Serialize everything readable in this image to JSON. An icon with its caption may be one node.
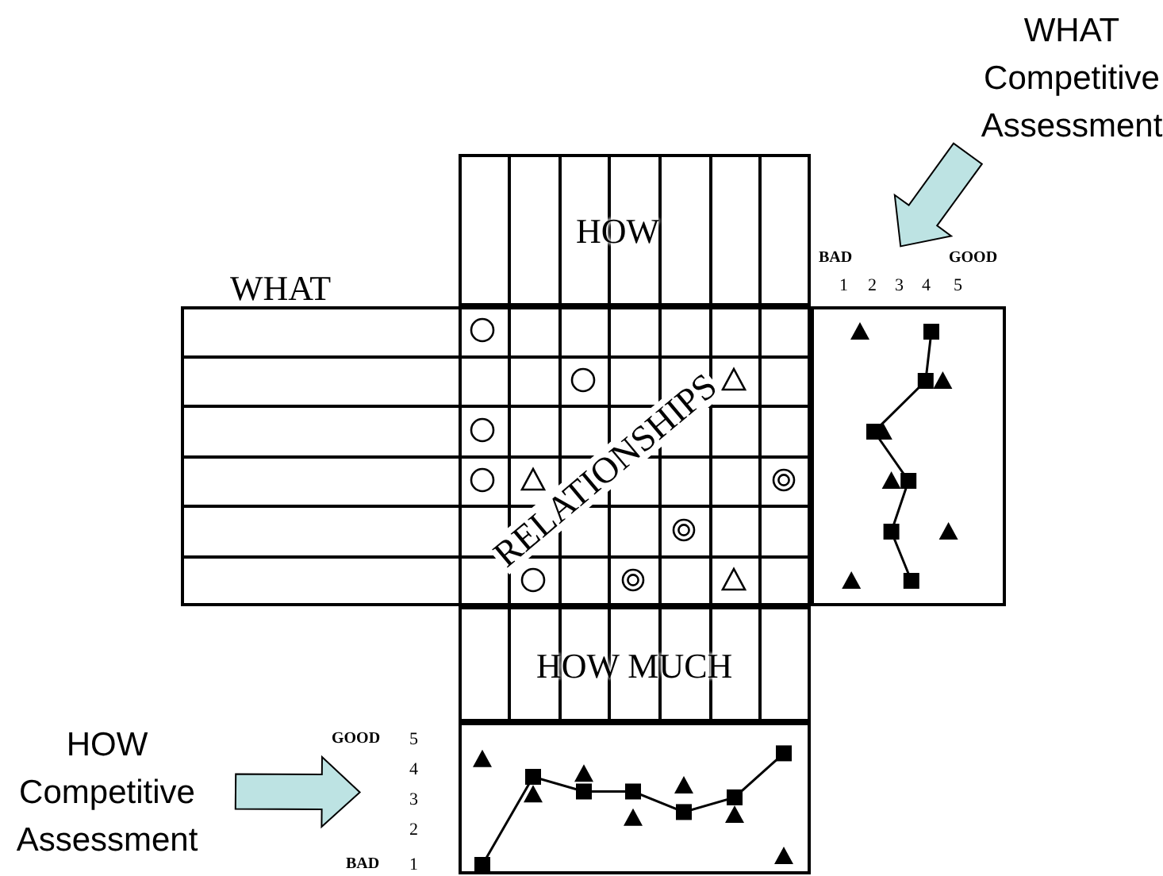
{
  "diagram": {
    "nodes": [
      {
        "text": [
          "HOW"
        ]
      },
      {
        "text": [
          "WHAT"
        ]
      },
      {
        "text": [
          "RELATIONSHIPS"
        ]
      },
      {
        "text": [],
        "shape": "box"
      },
      {
        "text": [
          "HOW MUCH"
        ]
      },
      {
        "text": [],
        "shape": "box"
      },
      {
        "text": [
          "WHAT Competitive Assessment"
        ]
      },
      {
        "text": [
          "HOW Competitive Assessment"
        ]
      }
    ],
    "edges": [
      {
        "from": 6,
        "to": 3,
        "arrow": "to"
      },
      {
        "from": 7,
        "to": 5,
        "arrow": "to"
      }
    ],
    "labels": [
      "BAD",
      "GOOD",
      "1",
      "2",
      "3",
      "4",
      "5",
      "GOOD",
      "5",
      "4",
      "3",
      "2",
      "BAD",
      "1"
    ]
  }
}
